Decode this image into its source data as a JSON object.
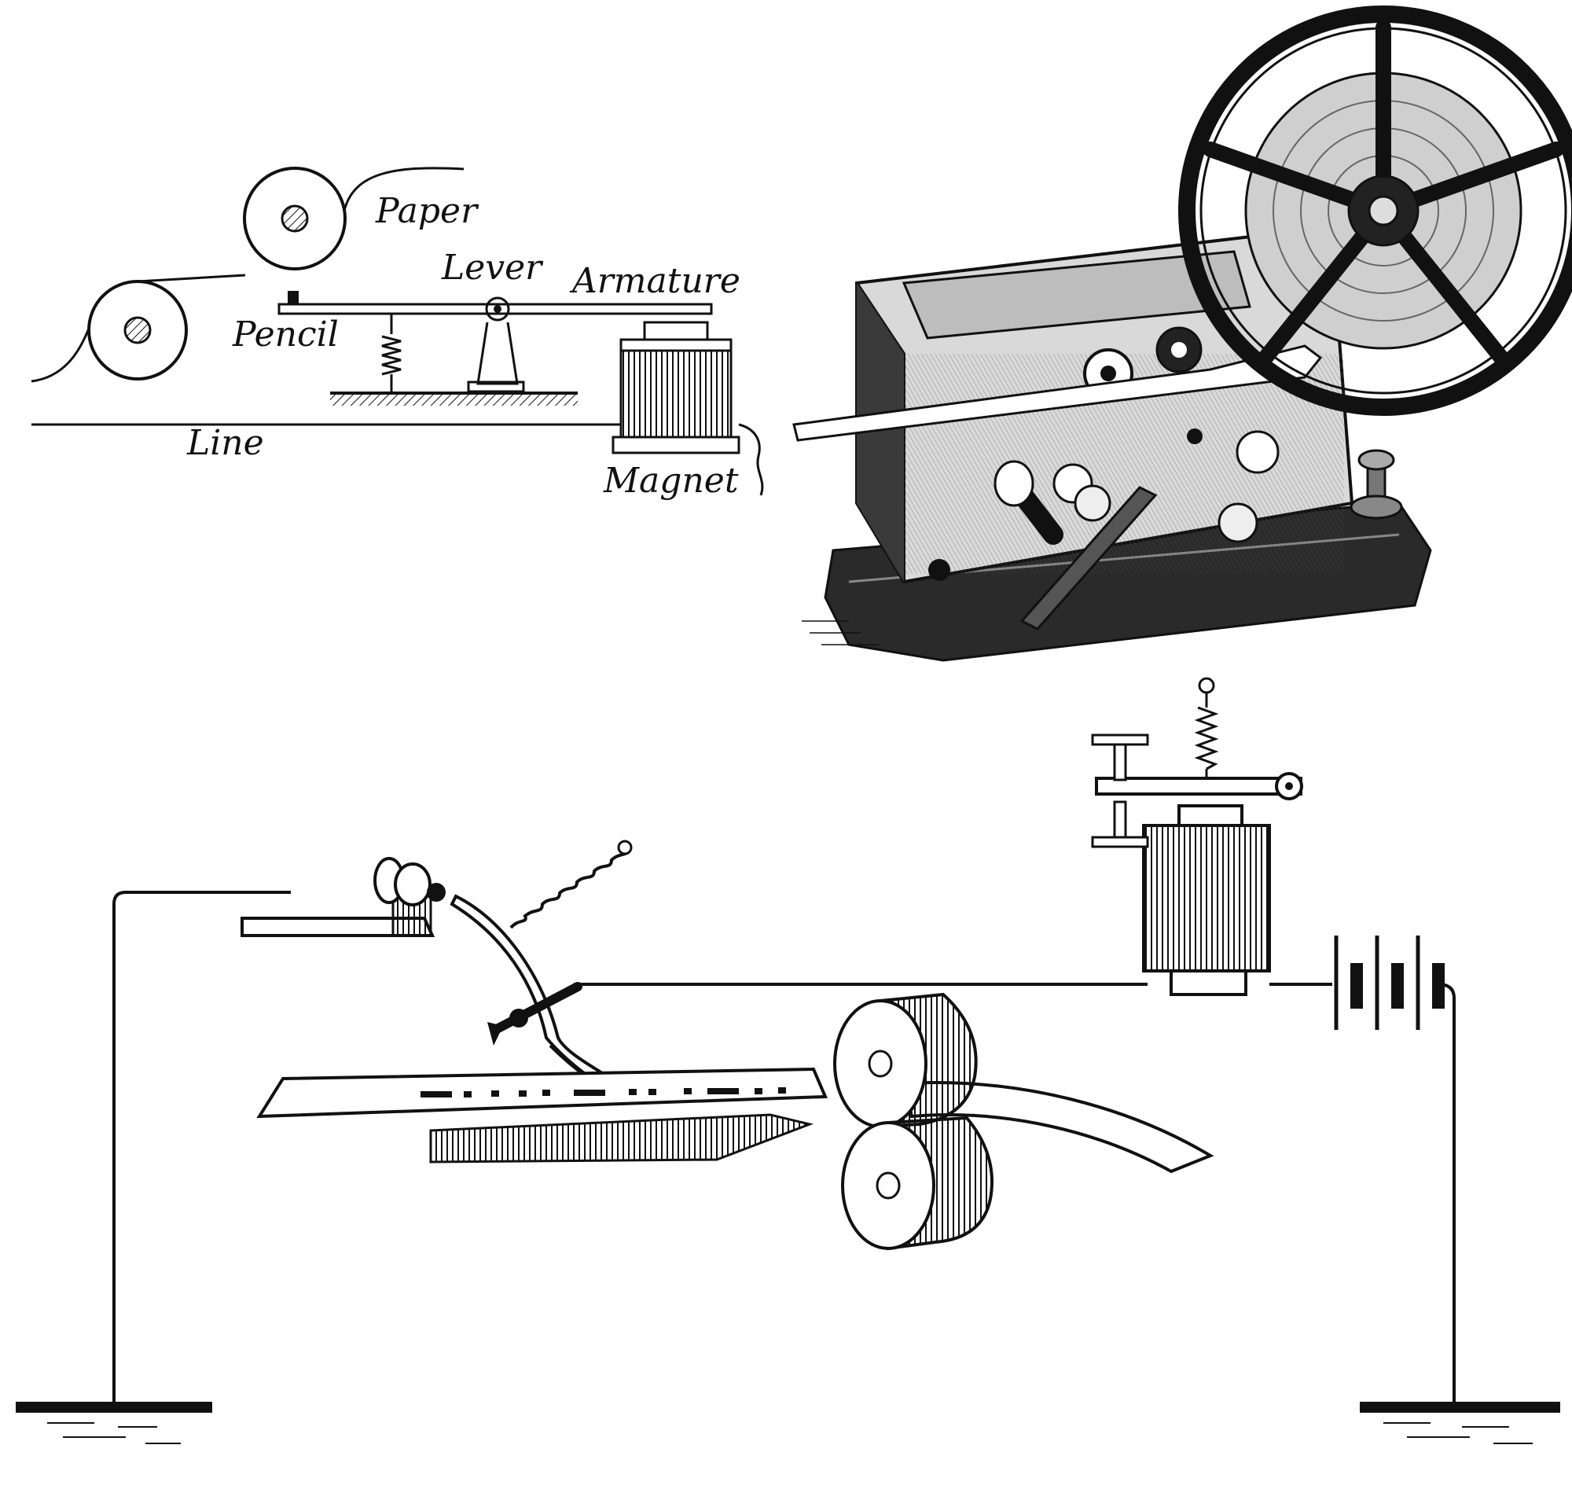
{
  "figure": {
    "labels": {
      "paper": "Paper",
      "lever": "Lever",
      "armature": "Armature",
      "pencil": "Pencil",
      "line": "Line",
      "magnet": "Magnet"
    },
    "colors": {
      "ink": "#111111",
      "paper_bg": "#ffffff",
      "engraving_fill": "#cfcfcf",
      "engraving_dark": "#2a2a2a"
    }
  }
}
